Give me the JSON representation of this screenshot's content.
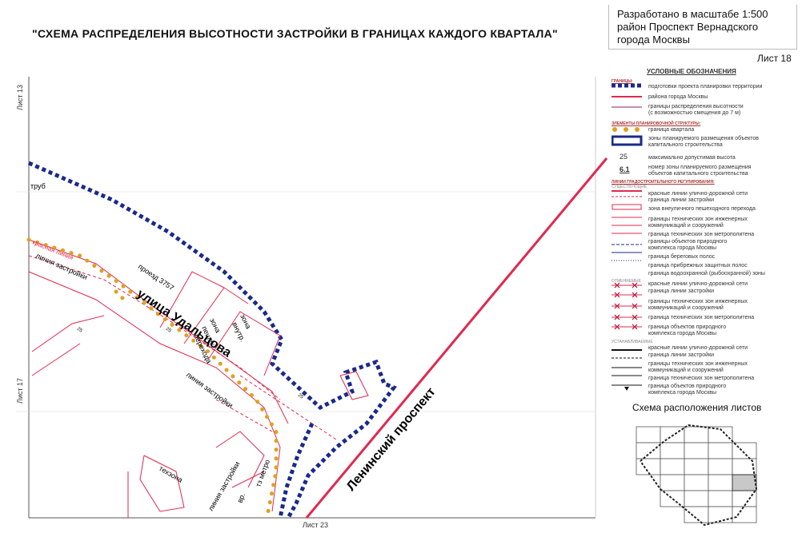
{
  "header": {
    "title": "\"СХЕМА РАСПРЕДЕЛЕНИЯ ВЫСОТНОСТИ ЗАСТРОЙКИ В ГРАНИЦАХ КАЖДОГО КВАРТАЛА\"",
    "scale_line1": "Разработано в масштабе 1:500",
    "scale_line2": "район Проспект Вернадского",
    "scale_line3": "города Москвы",
    "sheet": "Лист 18"
  },
  "neighbors": {
    "top": "Лист 13",
    "left": "Лист 17",
    "bottom": "Лист 23"
  },
  "map_labels": {
    "street_udaltsova": "улица Удальцова",
    "leninsky": "Ленинский проспект",
    "proezd": "проезд 3757",
    "truba": "труб",
    "red_line": "красная линия",
    "build_line_1": "линия застройки",
    "build_line_2": "линия застройки",
    "build_line_3": "линия застройки",
    "zone_1": "зона",
    "zone_2": "пешех.",
    "zone_3": "перехода",
    "zone_4": "зона",
    "zone_5": "внутр.",
    "tz_metro": "тз метро",
    "tehzona": "техзона",
    "eng": "вр.",
    "num_25_a": "25",
    "num_25_b": "25",
    "num_25_c": "25"
  },
  "legend": {
    "title": "УСЛОВНЫЕ ОБОЗНАЧЕНИЯ",
    "borders_header": "ГРАНИЦЫ:",
    "b1": "подготовки проекта планировки территории",
    "b2": "района города Москвы",
    "b3": "границы распределения высотности",
    "b3b": "(с возможностью смещения до 7 м)",
    "elements_header": "ЭЛЕМЕНТЫ ПЛАНИРОВОЧНОЙ СТРУКТУРЫ:",
    "e1": "граница квартала",
    "e2": "зоны планируемого размещения объектов",
    "e2b": "капитального строительства",
    "e3_num": "25",
    "e3": "максимально допустимая высота",
    "e4_num": "6.1",
    "e4": "номер зоны планируемого размещения",
    "e4b": "объектов капитального строительства",
    "reg_header": "ЛИНИИ ГРАДОСТРОИТЕЛЬНОГО РЕГУЛИРОВАНИЯ:",
    "existing": "СУЩЕСТВУЮЩИЕ",
    "r1": "красные линии улично-дорожной сети",
    "r2": "граница линии застройки",
    "r3": "зона внеуличного пешеходного перехода",
    "r4": "границы технических зон инженерных",
    "r4b": "коммуникаций и сооружений",
    "r5": "граница технических зон метрополитена",
    "r6": "границы объектов природного",
    "r6b": "комплекса города Москвы",
    "r7": "граница береговых полос",
    "r8": "граница прибрежных защитных полос",
    "r9": "граница водоохранной (рыбоохранной) зоны",
    "cancelled": "ОТМЕНЯЕМЫЕ",
    "c1": "красные линии улично-дорожной сети",
    "c2": "граница линии застройки",
    "c3": "границы технических зон инженерных",
    "c3b": "коммуникаций и сооружений",
    "c4": "граница технических зон метрополитена",
    "c5": "граница объектов природного",
    "c5b": "комплекса города Москвы",
    "established": "УСТАНАВЛИВАЕМЫЕ",
    "n1": "красные линии улично-дорожной сети",
    "n2": "граница линии застройки",
    "n3": "границы технических зон инженерных",
    "n3b": "коммуникаций и сооружений",
    "n4": "граница технических зон метрополитена",
    "n5": "граница объектов природного",
    "n5b": "комплекса города Москвы"
  },
  "scheme": {
    "title": "Схема расположения листов"
  },
  "colors": {
    "red_line": "#e0294f",
    "navy_dash": "#1a2a8a",
    "orange_dot": "#e0a020",
    "frame": "#444444"
  }
}
